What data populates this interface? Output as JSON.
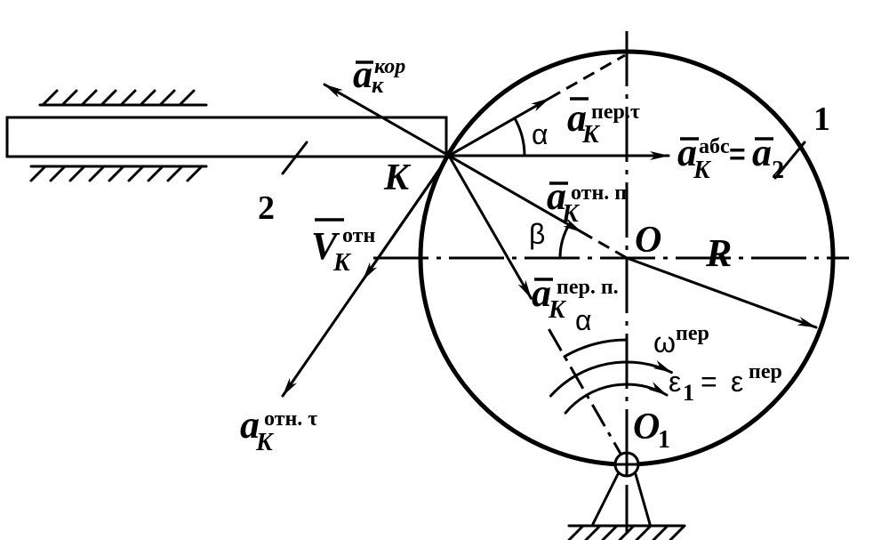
{
  "colors": {
    "ink": "#000000",
    "background": "#ffffff"
  },
  "labels": {
    "coriolis": {
      "base": "a",
      "sub": "к",
      "sup": "кор"
    },
    "transport_tangential": {
      "base": "a",
      "sub": "K",
      "sup": "пер.τ"
    },
    "alpha_at_k": "α",
    "absolute": {
      "base": "a",
      "sub": "K",
      "sup": "абс",
      "equals": "=",
      "rhs_base": "a",
      "rhs_sub": "2"
    },
    "body_1": "1",
    "body_2": "2",
    "point_k": "K",
    "relative_velocity": {
      "base": "V",
      "sub": "K",
      "sup": "отн"
    },
    "relative_normal": {
      "base": "a",
      "sub": "K",
      "sup": "отн. п"
    },
    "beta": "β",
    "center_o": "O",
    "radius": "R",
    "transport_normal": {
      "base": "a",
      "sub": "K",
      "sup": "пер. п."
    },
    "alpha_at_o1": "α",
    "omega": {
      "base": "ω",
      "sup": "пер"
    },
    "epsilon": {
      "base": "ε",
      "sub": "1",
      "equals": "=",
      "rhs_base": "ε",
      "rhs_sup": "пер"
    },
    "relative_tangential": {
      "base": "a",
      "sub": "K",
      "sup": "отн. τ"
    },
    "pivot_o1": {
      "base": "O",
      "sub": "1"
    }
  }
}
